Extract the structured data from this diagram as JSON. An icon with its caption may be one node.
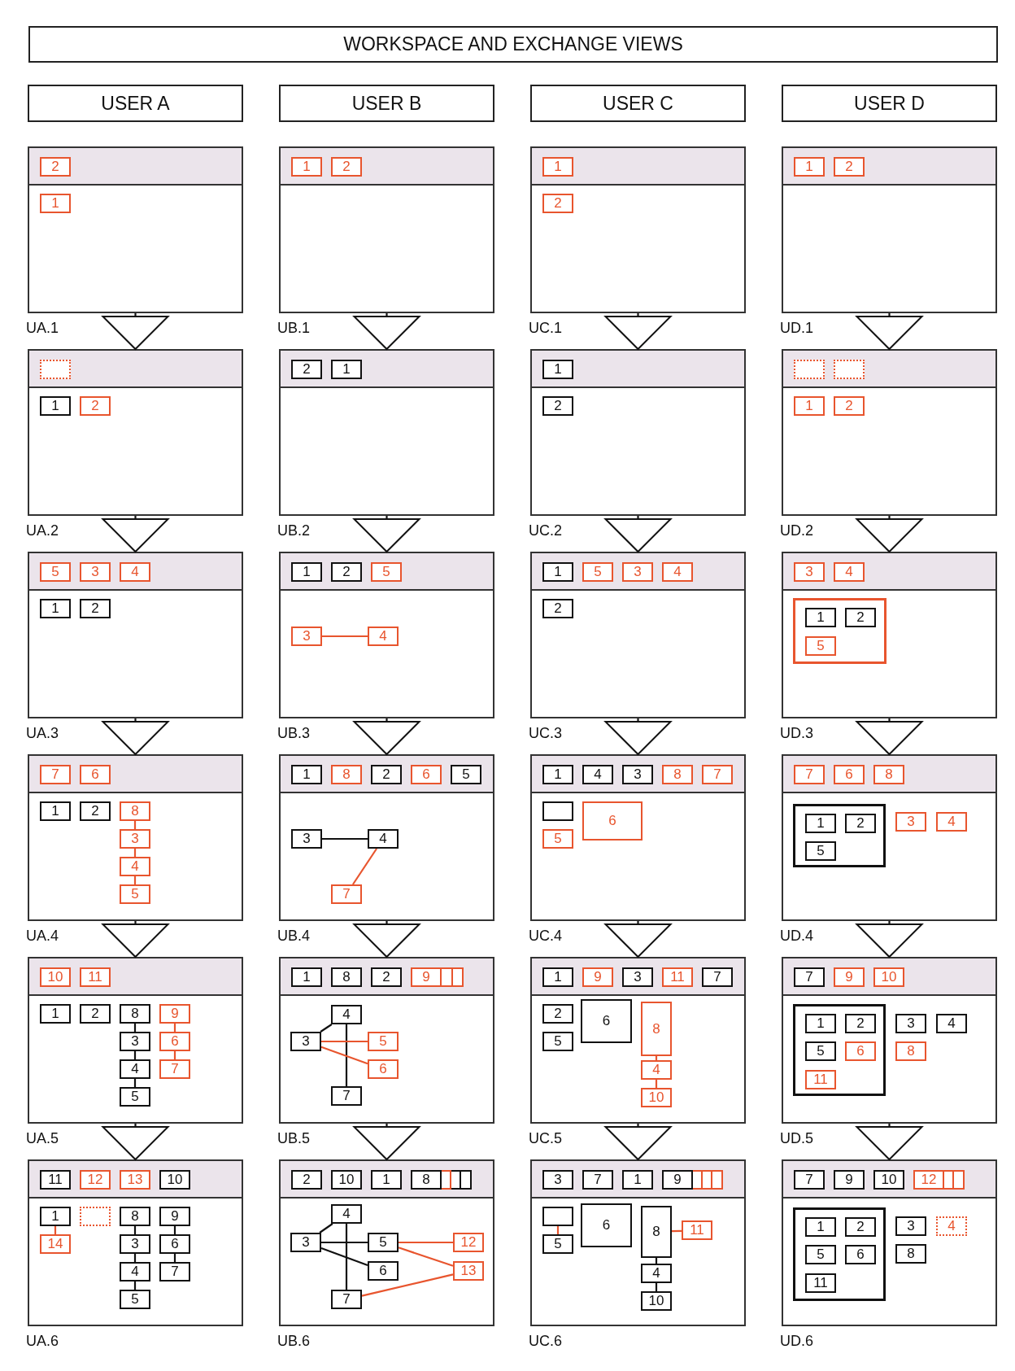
{
  "diagram": {
    "nodes": [
      {
        "text": [
          "WORKSPACE AND EXCHANGE VIEWS"
        ]
      },
      {
        "text": [
          "USER A"
        ]
      },
      {
        "text": [
          "USER B"
        ]
      },
      {
        "text": [
          "USER C"
        ]
      },
      {
        "text": [
          "USER D"
        ]
      },
      {
        "text": [],
        "shape": "box",
        "beside": [
          "UA.1"
        ]
      },
      {
        "text": [
          "2"
        ],
        "in": 5
      },
      {
        "text": [
          "1"
        ],
        "in": 5
      },
      {
        "text": [],
        "shape": "box",
        "beside": [
          "UB.1"
        ]
      },
      {
        "text": [
          "1"
        ],
        "in": 8
      },
      {
        "text": [
          "2"
        ],
        "in": 8
      },
      {
        "text": [],
        "shape": "box",
        "beside": [
          "UC.1"
        ]
      },
      {
        "text": [
          "1"
        ],
        "in": 11
      },
      {
        "text": [
          "2"
        ],
        "in": 11
      },
      {
        "text": [],
        "shape": "box",
        "beside": [
          "UD.1"
        ]
      },
      {
        "text": [
          "1"
        ],
        "in": 14
      },
      {
        "text": [
          "2"
        ],
        "in": 14
      },
      {
        "text": [],
        "shape": "box",
        "beside": [
          "UA.2"
        ]
      },
      {
        "text": [],
        "shape": "box",
        "in": 17
      },
      {
        "text": [
          "1"
        ],
        "in": 17
      },
      {
        "text": [
          "2"
        ],
        "in": 17
      },
      {
        "text": [],
        "shape": "box",
        "beside": [
          "UB.2"
        ]
      },
      {
        "text": [
          "2"
        ],
        "in": 21
      },
      {
        "text": [
          "1"
        ],
        "in": 21
      },
      {
        "text": [],
        "shape": "box",
        "beside": [
          "UC.2"
        ]
      },
      {
        "text": [
          "1"
        ],
        "in": 24
      },
      {
        "text": [
          "2"
        ],
        "in": 24
      },
      {
        "text": [],
        "shape": "box",
        "beside": [
          "UD.2"
        ]
      },
      {
        "text": [],
        "shape": "box",
        "in": 27
      },
      {
        "text": [],
        "shape": "box",
        "in": 27
      },
      {
        "text": [
          "1"
        ],
        "in": 27
      },
      {
        "text": [
          "2"
        ],
        "in": 27
      },
      {
        "text": [],
        "shape": "box",
        "beside": [
          "UA.3"
        ]
      },
      {
        "text": [
          "5"
        ],
        "in": 32
      },
      {
        "text": [
          "3"
        ],
        "in": 32
      },
      {
        "text": [
          "4"
        ],
        "in": 32
      },
      {
        "text": [
          "1"
        ],
        "in": 32
      },
      {
        "text": [
          "2"
        ],
        "in": 32
      },
      {
        "text": [],
        "shape": "box",
        "beside": [
          "UB.3"
        ]
      },
      {
        "text": [
          "1"
        ],
        "in": 38
      },
      {
        "text": [
          "2"
        ],
        "in": 38
      },
      {
        "text": [
          "5"
        ],
        "in": 38
      },
      {
        "text": [
          "3"
        ],
        "in": 38
      },
      {
        "text": [
          "4"
        ],
        "in": 38
      },
      {
        "text": [],
        "shape": "box",
        "beside": [
          "UC.3"
        ]
      },
      {
        "text": [
          "1"
        ],
        "in": 44
      },
      {
        "text": [
          "5"
        ],
        "in": 44
      },
      {
        "text": [
          "3"
        ],
        "in": 44
      },
      {
        "text": [
          "4"
        ],
        "in": 44
      },
      {
        "text": [
          "2"
        ],
        "in": 44
      },
      {
        "text": [],
        "shape": "box",
        "beside": [
          "UD.3"
        ]
      },
      {
        "text": [
          "3"
        ],
        "in": 50
      },
      {
        "text": [
          "4"
        ],
        "in": 50
      },
      {
        "text": [],
        "shape": "box",
        "in": 50
      },
      {
        "text": [
          "1"
        ],
        "in": 53
      },
      {
        "text": [
          "2"
        ],
        "in": 53
      },
      {
        "text": [
          "5"
        ],
        "in": 53
      },
      {
        "text": [],
        "shape": "box",
        "beside": [
          "UA.4"
        ]
      },
      {
        "text": [
          "7"
        ],
        "in": 57
      },
      {
        "text": [
          "6"
        ],
        "in": 57
      },
      {
        "text": [
          "1"
        ],
        "in": 57
      },
      {
        "text": [
          "2"
        ],
        "in": 57
      },
      {
        "text": [
          "8"
        ],
        "in": 57
      },
      {
        "text": [
          "3"
        ],
        "in": 57
      },
      {
        "text": [
          "4"
        ],
        "in": 57
      },
      {
        "text": [
          "5"
        ],
        "in": 57
      },
      {
        "text": [],
        "shape": "box",
        "beside": [
          "UB.4"
        ]
      },
      {
        "text": [
          "1"
        ],
        "in": 66
      },
      {
        "text": [
          "8"
        ],
        "in": 66
      },
      {
        "text": [
          "2"
        ],
        "in": 66
      },
      {
        "text": [
          "6"
        ],
        "in": 66
      },
      {
        "text": [
          "5"
        ],
        "in": 66
      },
      {
        "text": [
          "3"
        ],
        "in": 66
      },
      {
        "text": [
          "4"
        ],
        "in": 66
      },
      {
        "text": [
          "7"
        ],
        "in": 66
      },
      {
        "text": [],
        "shape": "box",
        "beside": [
          "UC.4"
        ]
      },
      {
        "text": [
          "1"
        ],
        "in": 75
      },
      {
        "text": [
          "4"
        ],
        "in": 75
      },
      {
        "text": [
          "3"
        ],
        "in": 75
      },
      {
        "text": [
          "8"
        ],
        "in": 75
      },
      {
        "text": [
          "7"
        ],
        "in": 75
      },
      {
        "text": [],
        "shape": "box",
        "in": 75
      },
      {
        "text": [
          "6"
        ],
        "in": 75
      },
      {
        "text": [
          "5"
        ],
        "in": 75
      },
      {
        "text": [],
        "shape": "box",
        "beside": [
          "UD.4"
        ]
      },
      {
        "text": [
          "7"
        ],
        "in": 84
      },
      {
        "text": [
          "6"
        ],
        "in": 84
      },
      {
        "text": [
          "8"
        ],
        "in": 84
      },
      {
        "text": [],
        "shape": "box",
        "in": 84
      },
      {
        "text": [
          "1"
        ],
        "in": 88
      },
      {
        "text": [
          "2"
        ],
        "in": 88
      },
      {
        "text": [
          "5"
        ],
        "in": 88
      },
      {
        "text": [
          "3"
        ],
        "in": 84
      },
      {
        "text": [
          "4"
        ],
        "in": 84
      },
      {
        "text": [],
        "shape": "box",
        "beside": [
          "UA.5"
        ]
      },
      {
        "text": [
          "10"
        ],
        "in": 94
      },
      {
        "text": [
          "11"
        ],
        "in": 94
      },
      {
        "text": [
          "1"
        ],
        "in": 94
      },
      {
        "text": [
          "2"
        ],
        "in": 94
      },
      {
        "text": [
          "8"
        ],
        "in": 94
      },
      {
        "text": [
          "9"
        ],
        "in": 94
      },
      {
        "text": [
          "3"
        ],
        "in": 94
      },
      {
        "text": [
          "6"
        ],
        "in": 94
      },
      {
        "text": [
          "4"
        ],
        "in": 94
      },
      {
        "text": [
          "7"
        ],
        "in": 94
      },
      {
        "text": [
          "5"
        ],
        "in": 94
      },
      {
        "text": [],
        "shape": "box",
        "beside": [
          "UB.5"
        ]
      },
      {
        "text": [
          "1"
        ],
        "in": 106
      },
      {
        "text": [
          "8"
        ],
        "in": 106
      },
      {
        "text": [
          "2"
        ],
        "in": 106
      },
      {
        "text": [
          "9"
        ],
        "in": 106
      },
      {
        "text": [],
        "shape": "box",
        "in": 106
      },
      {
        "text": [],
        "shape": "box",
        "in": 106
      },
      {
        "text": [
          "4"
        ],
        "in": 106
      },
      {
        "text": [
          "3"
        ],
        "in": 106
      },
      {
        "text": [
          "5"
        ],
        "in": 106
      },
      {
        "text": [
          "6"
        ],
        "in": 106
      },
      {
        "text": [
          "7"
        ],
        "in": 106
      },
      {
        "text": [],
        "shape": "box",
        "beside": [
          "UC.5"
        ]
      },
      {
        "text": [
          "1"
        ],
        "in": 118
      },
      {
        "text": [
          "9"
        ],
        "in": 118
      },
      {
        "text": [
          "3"
        ],
        "in": 118
      },
      {
        "text": [
          "11"
        ],
        "in": 118
      },
      {
        "text": [
          "7"
        ],
        "in": 118
      },
      {
        "text": [
          "2"
        ],
        "in": 118
      },
      {
        "text": [
          "6"
        ],
        "in": 118
      },
      {
        "text": [
          "8"
        ],
        "in": 118
      },
      {
        "text": [
          "5"
        ],
        "in": 118
      },
      {
        "text": [
          "4"
        ],
        "in": 118
      },
      {
        "text": [
          "10"
        ],
        "in": 118
      },
      {
        "text": [],
        "shape": "box",
        "beside": [
          "UD.5"
        ]
      },
      {
        "text": [
          "7"
        ],
        "in": 130
      },
      {
        "text": [
          "9"
        ],
        "in": 130
      },
      {
        "text": [
          "10"
        ],
        "in": 130
      },
      {
        "text": [],
        "shape": "box",
        "in": 130
      },
      {
        "text": [
          "1"
        ],
        "in": 134
      },
      {
        "text": [
          "2"
        ],
        "in": 134
      },
      {
        "text": [
          "5"
        ],
        "in": 134
      },
      {
        "text": [
          "6"
        ],
        "in": 134
      },
      {
        "text": [
          "11"
        ],
        "in": 134
      },
      {
        "text": [
          "3"
        ],
        "in": 130
      },
      {
        "text": [
          "4"
        ],
        "in": 130
      },
      {
        "text": [
          "8"
        ],
        "in": 130
      },
      {
        "text": [],
        "shape": "box",
        "beside": [
          "UA.6"
        ]
      },
      {
        "text": [
          "11"
        ],
        "in": 143
      },
      {
        "text": [
          "12"
        ],
        "in": 143
      },
      {
        "text": [
          "13"
        ],
        "in": 143
      },
      {
        "text": [
          "10"
        ],
        "in": 143
      },
      {
        "text": [
          "1"
        ],
        "in": 143
      },
      {
        "text": [],
        "shape": "box",
        "in": 143
      },
      {
        "text": [
          "8"
        ],
        "in": 143
      },
      {
        "text": [
          "9"
        ],
        "in": 143
      },
      {
        "text": [
          "14"
        ],
        "in": 143
      },
      {
        "text": [
          "3"
        ],
        "in": 143
      },
      {
        "text": [
          "6"
        ],
        "in": 143
      },
      {
        "text": [
          "4"
        ],
        "in": 143
      },
      {
        "text": [
          "7"
        ],
        "in": 143
      },
      {
        "text": [
          "5"
        ],
        "in": 143
      },
      {
        "text": [],
        "shape": "box",
        "beside": [
          "UB.6"
        ]
      },
      {
        "text": [
          "2"
        ],
        "in": 158
      },
      {
        "text": [
          "10"
        ],
        "in": 158
      },
      {
        "text": [
          "1"
        ],
        "in": 158
      },
      {
        "text": [
          "8"
        ],
        "in": 158
      },
      {
        "text": [],
        "shape": "box",
        "in": 158
      },
      {
        "text": [],
        "shape": "box",
        "in": 158
      },
      {
        "text": [],
        "shape": "box",
        "in": 158
      },
      {
        "text": [
          "4"
        ],
        "in": 158
      },
      {
        "text": [
          "3"
        ],
        "in": 158
      },
      {
        "text": [
          "5"
        ],
        "in": 158
      },
      {
        "text": [
          "12"
        ],
        "in": 158
      },
      {
        "text": [
          "6"
        ],
        "in": 158
      },
      {
        "text": [
          "13"
        ],
        "in": 158
      },
      {
        "text": [
          "7"
        ],
        "in": 158
      },
      {
        "text": [],
        "shape": "box",
        "beside": [
          "UC.6"
        ]
      },
      {
        "text": [
          "3"
        ],
        "in": 173
      },
      {
        "text": [
          "7"
        ],
        "in": 173
      },
      {
        "text": [
          "1"
        ],
        "in": 173
      },
      {
        "text": [
          "9"
        ],
        "in": 173
      },
      {
        "text": [],
        "shape": "box",
        "in": 173
      },
      {
        "text": [],
        "shape": "box",
        "in": 173
      },
      {
        "text": [],
        "shape": "box",
        "in": 173
      },
      {
        "text": [],
        "shape": "box",
        "in": 173
      },
      {
        "text": [
          "6"
        ],
        "in": 173
      },
      {
        "text": [
          "8"
        ],
        "in": 173
      },
      {
        "text": [
          "11"
        ],
        "in": 173
      },
      {
        "text": [
          "5"
        ],
        "in": 173
      },
      {
        "text": [
          "4"
        ],
        "in": 173
      },
      {
        "text": [
          "10"
        ],
        "in": 173
      },
      {
        "text": [],
        "shape": "box",
        "beside": [
          "UD.6"
        ]
      },
      {
        "text": [
          "7"
        ],
        "in": 188
      },
      {
        "text": [
          "9"
        ],
        "in": 188
      },
      {
        "text": [
          "10"
        ],
        "in": 188
      },
      {
        "text": [
          "12"
        ],
        "in": 188
      },
      {
        "text": [],
        "shape": "box",
        "in": 188
      },
      {
        "text": [],
        "shape": "box",
        "in": 188
      },
      {
        "text": [],
        "shape": "box",
        "in": 188
      },
      {
        "text": [
          "1"
        ],
        "in": 195
      },
      {
        "text": [
          "2"
        ],
        "in": 195
      },
      {
        "text": [
          "5"
        ],
        "in": 195
      },
      {
        "text": [
          "6"
        ],
        "in": 195
      },
      {
        "text": [
          "11"
        ],
        "in": 195
      },
      {
        "text": [
          "3"
        ],
        "in": 188
      },
      {
        "text": [
          "4"
        ],
        "in": 188
      },
      {
        "text": [
          "8"
        ],
        "in": 188
      }
    ],
    "edges": [
      {
        "from": 5,
        "to": 17,
        "arrow": "to"
      },
      {
        "from": 8,
        "to": 21,
        "arrow": "to"
      },
      {
        "from": 11,
        "to": 24,
        "arrow": "to"
      },
      {
        "from": 14,
        "to": 27,
        "arrow": "to"
      },
      {
        "from": 17,
        "to": 32,
        "arrow": "to"
      },
      {
        "from": 21,
        "to": 38,
        "arrow": "to"
      },
      {
        "from": 24,
        "to": 44,
        "arrow": "to"
      },
      {
        "from": 27,
        "to": 50,
        "arrow": "to"
      },
      {
        "from": 32,
        "to": 57,
        "arrow": "to"
      },
      {
        "from": 38,
        "to": 66,
        "arrow": "to"
      },
      {
        "from": 44,
        "to": 75,
        "arrow": "to"
      },
      {
        "from": 50,
        "to": 84,
        "arrow": "to"
      },
      {
        "from": 57,
        "to": 94,
        "arrow": "to"
      },
      {
        "from": 66,
        "to": 106,
        "arrow": "to"
      },
      {
        "from": 75,
        "to": 118,
        "arrow": "to"
      },
      {
        "from": 84,
        "to": 130,
        "arrow": "to"
      },
      {
        "from": 94,
        "to": 143,
        "arrow": "to"
      },
      {
        "from": 106,
        "to": 158,
        "arrow": "to"
      },
      {
        "from": 118,
        "to": 173,
        "arrow": "to"
      },
      {
        "from": 130,
        "to": 188,
        "arrow": "to"
      },
      {
        "from": 42,
        "to": 43,
        "arrow": "none",
        "color": "#e8552e"
      },
      {
        "from": 62,
        "to": 63,
        "arrow": "none",
        "color": "#e8552e"
      },
      {
        "from": 63,
        "to": 64,
        "arrow": "none",
        "color": "#e8552e"
      },
      {
        "from": 64,
        "to": 65,
        "arrow": "none",
        "color": "#e8552e"
      },
      {
        "from": 72,
        "to": 73,
        "arrow": "none"
      },
      {
        "from": 73,
        "to": 74,
        "arrow": "none",
        "color": "#e8552e"
      },
      {
        "from": 99,
        "to": 101,
        "arrow": "none"
      },
      {
        "from": 101,
        "to": 103,
        "arrow": "none"
      },
      {
        "from": 103,
        "to": 105,
        "arrow": "none"
      },
      {
        "from": 100,
        "to": 102,
        "arrow": "none",
        "color": "#e8552e"
      },
      {
        "from": 102,
        "to": 104,
        "arrow": "none",
        "color": "#e8552e"
      },
      {
        "from": 114,
        "to": 113,
        "arrow": "none"
      },
      {
        "from": 113,
        "to": 117,
        "arrow": "none"
      },
      {
        "from": 114,
        "to": 115,
        "arrow": "none",
        "color": "#e8552e"
      },
      {
        "from": 114,
        "to": 116,
        "arrow": "none",
        "color": "#e8552e"
      },
      {
        "from": 126,
        "to": 128,
        "arrow": "none",
        "color": "#e8552e"
      },
      {
        "from": 128,
        "to": 129,
        "arrow": "none",
        "color": "#e8552e"
      },
      {
        "from": 148,
        "to": 152,
        "arrow": "none",
        "color": "#e8552e"
      },
      {
        "from": 150,
        "to": 153,
        "arrow": "none"
      },
      {
        "from": 153,
        "to": 155,
        "arrow": "none"
      },
      {
        "from": 155,
        "to": 157,
        "arrow": "none"
      },
      {
        "from": 151,
        "to": 154,
        "arrow": "none"
      },
      {
        "from": 154,
        "to": 156,
        "arrow": "none"
      },
      {
        "from": 167,
        "to": 166,
        "arrow": "none"
      },
      {
        "from": 166,
        "to": 172,
        "arrow": "none"
      },
      {
        "from": 167,
        "to": 168,
        "arrow": "none"
      },
      {
        "from": 167,
        "to": 170,
        "arrow": "none"
      },
      {
        "from": 168,
        "to": 169,
        "arrow": "none",
        "color": "#e8552e"
      },
      {
        "from": 168,
        "to": 171,
        "arrow": "none",
        "color": "#e8552e"
      },
      {
        "from": 172,
        "to": 171,
        "arrow": "none",
        "color": "#e8552e"
      },
      {
        "from": 181,
        "to": 185,
        "arrow": "none",
        "color": "#e8552e"
      },
      {
        "from": 183,
        "to": 184,
        "arrow": "none",
        "color": "#e8552e"
      },
      {
        "from": 183,
        "to": 186,
        "arrow": "none"
      },
      {
        "from": 186,
        "to": 187,
        "arrow": "none"
      }
    ]
  }
}
